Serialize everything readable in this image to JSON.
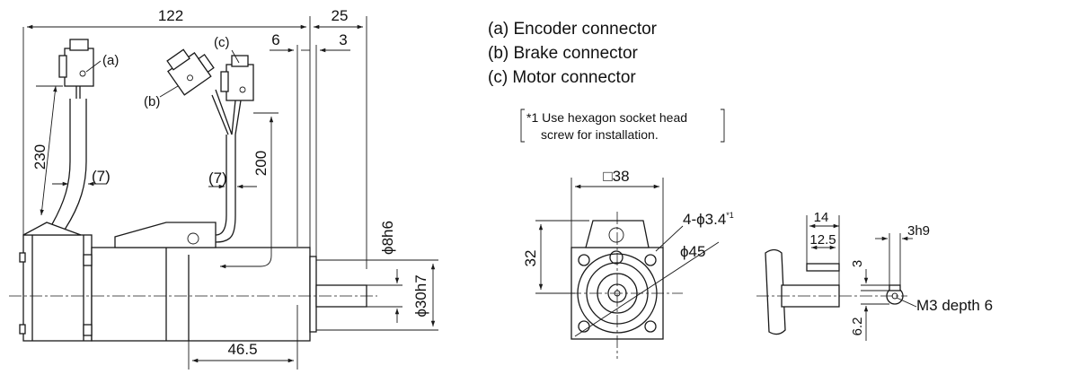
{
  "legend": {
    "encoder": "(a) Encoder connector",
    "brake": "(b) Brake connector",
    "motor": "(c) Motor connector"
  },
  "note": {
    "line1": "*1 Use hexagon socket head",
    "line2": "screw for installation."
  },
  "side_view": {
    "total_length": "122",
    "shaft_length": "25",
    "flange_offset": "6",
    "spigot_offset": "3",
    "cable_length_a": "230",
    "cable_length_c": "200",
    "cable_dia_a": "(7)",
    "cable_dia_c": "(7)",
    "label_a": "(a)",
    "label_b": "(b)",
    "label_c": "(c)",
    "shaft_dia": "ϕ8h6",
    "spigot_dia": "ϕ30h7",
    "base_length": "46.5"
  },
  "front_view": {
    "flange_square": "□38",
    "height": "32",
    "holes": "4-ϕ3.4",
    "holes_note_mark": "*1",
    "pcd": "ϕ45"
  },
  "shaft_view": {
    "key_length": "14",
    "key_usable": "12.5",
    "key_width": "3h9",
    "key_height": "3",
    "key_offset": "6.2",
    "tap": "M3 depth 6"
  }
}
